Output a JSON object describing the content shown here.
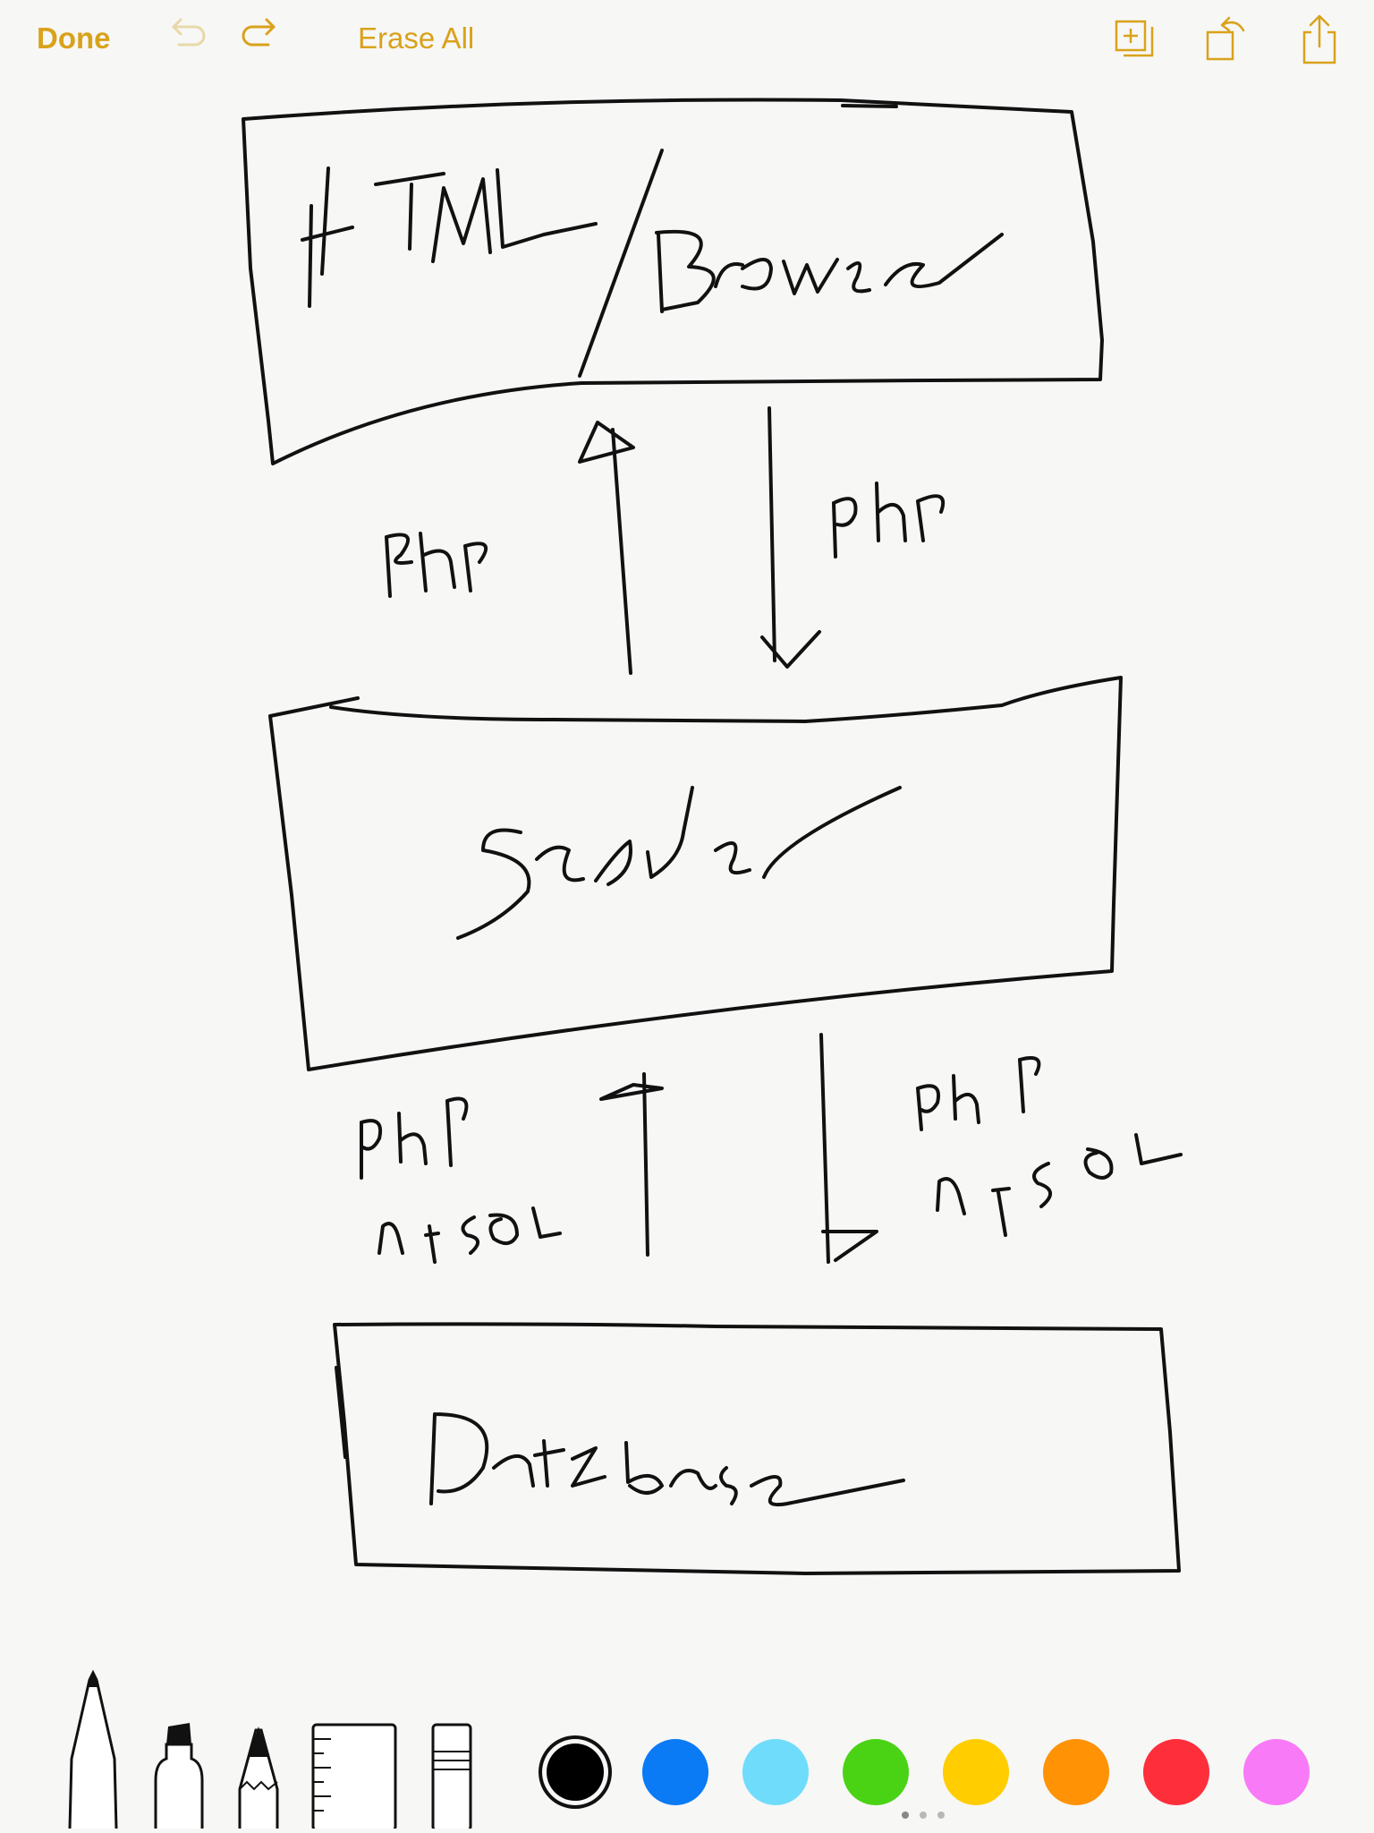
{
  "toolbar": {
    "done_label": "Done",
    "erase_label": "Erase All",
    "accent_color": "#d9a21b",
    "icons": [
      "undo-icon",
      "redo-icon",
      "add-page-icon",
      "rotate-icon",
      "share-icon"
    ]
  },
  "sketch": {
    "ink_color": "#111111",
    "boxes": [
      {
        "label": "HTML/Browser"
      },
      {
        "label": "Server"
      },
      {
        "label": "Database"
      }
    ],
    "labels": {
      "browser_to_server_up": "php",
      "browser_to_server_down": "php",
      "server_db_left_line1": "php",
      "server_db_left_line2": "mySQL",
      "server_db_right_line1": "php",
      "server_db_right_line2": "mySQL"
    }
  },
  "tools": {
    "items": [
      "pen-tool",
      "marker-tool",
      "pencil-tool",
      "ruler-tool",
      "eraser-tool"
    ],
    "colors": [
      "#000000",
      "#0a7af5",
      "#6fdcfb",
      "#4ad315",
      "#ffcd00",
      "#ff9205",
      "#fe2e3a",
      "#f87af6"
    ],
    "selected_color_index": 0,
    "page_count": 3,
    "current_page": 1
  }
}
